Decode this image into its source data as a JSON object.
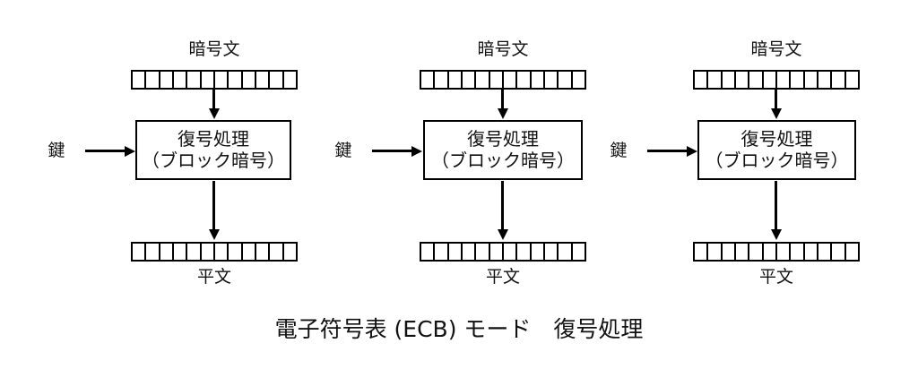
{
  "diagram": {
    "caption": "電子符号表 (ECB) モード　復号処理",
    "cells_per_strip": 12,
    "colors": {
      "stroke": "#000000",
      "text": "#111111",
      "background": "#ffffff"
    },
    "columns": [
      {
        "ciphertext_label": "暗号文",
        "key_label": "鍵",
        "process_line1": "復号処理",
        "process_line2": "（ブロック暗号）",
        "plaintext_label": "平文"
      },
      {
        "ciphertext_label": "暗号文",
        "key_label": "鍵",
        "process_line1": "復号処理",
        "process_line2": "（ブロック暗号）",
        "plaintext_label": "平文"
      },
      {
        "ciphertext_label": "暗号文",
        "key_label": "鍵",
        "process_line1": "復号処理",
        "process_line2": "（ブロック暗号）",
        "plaintext_label": "平文"
      }
    ]
  }
}
